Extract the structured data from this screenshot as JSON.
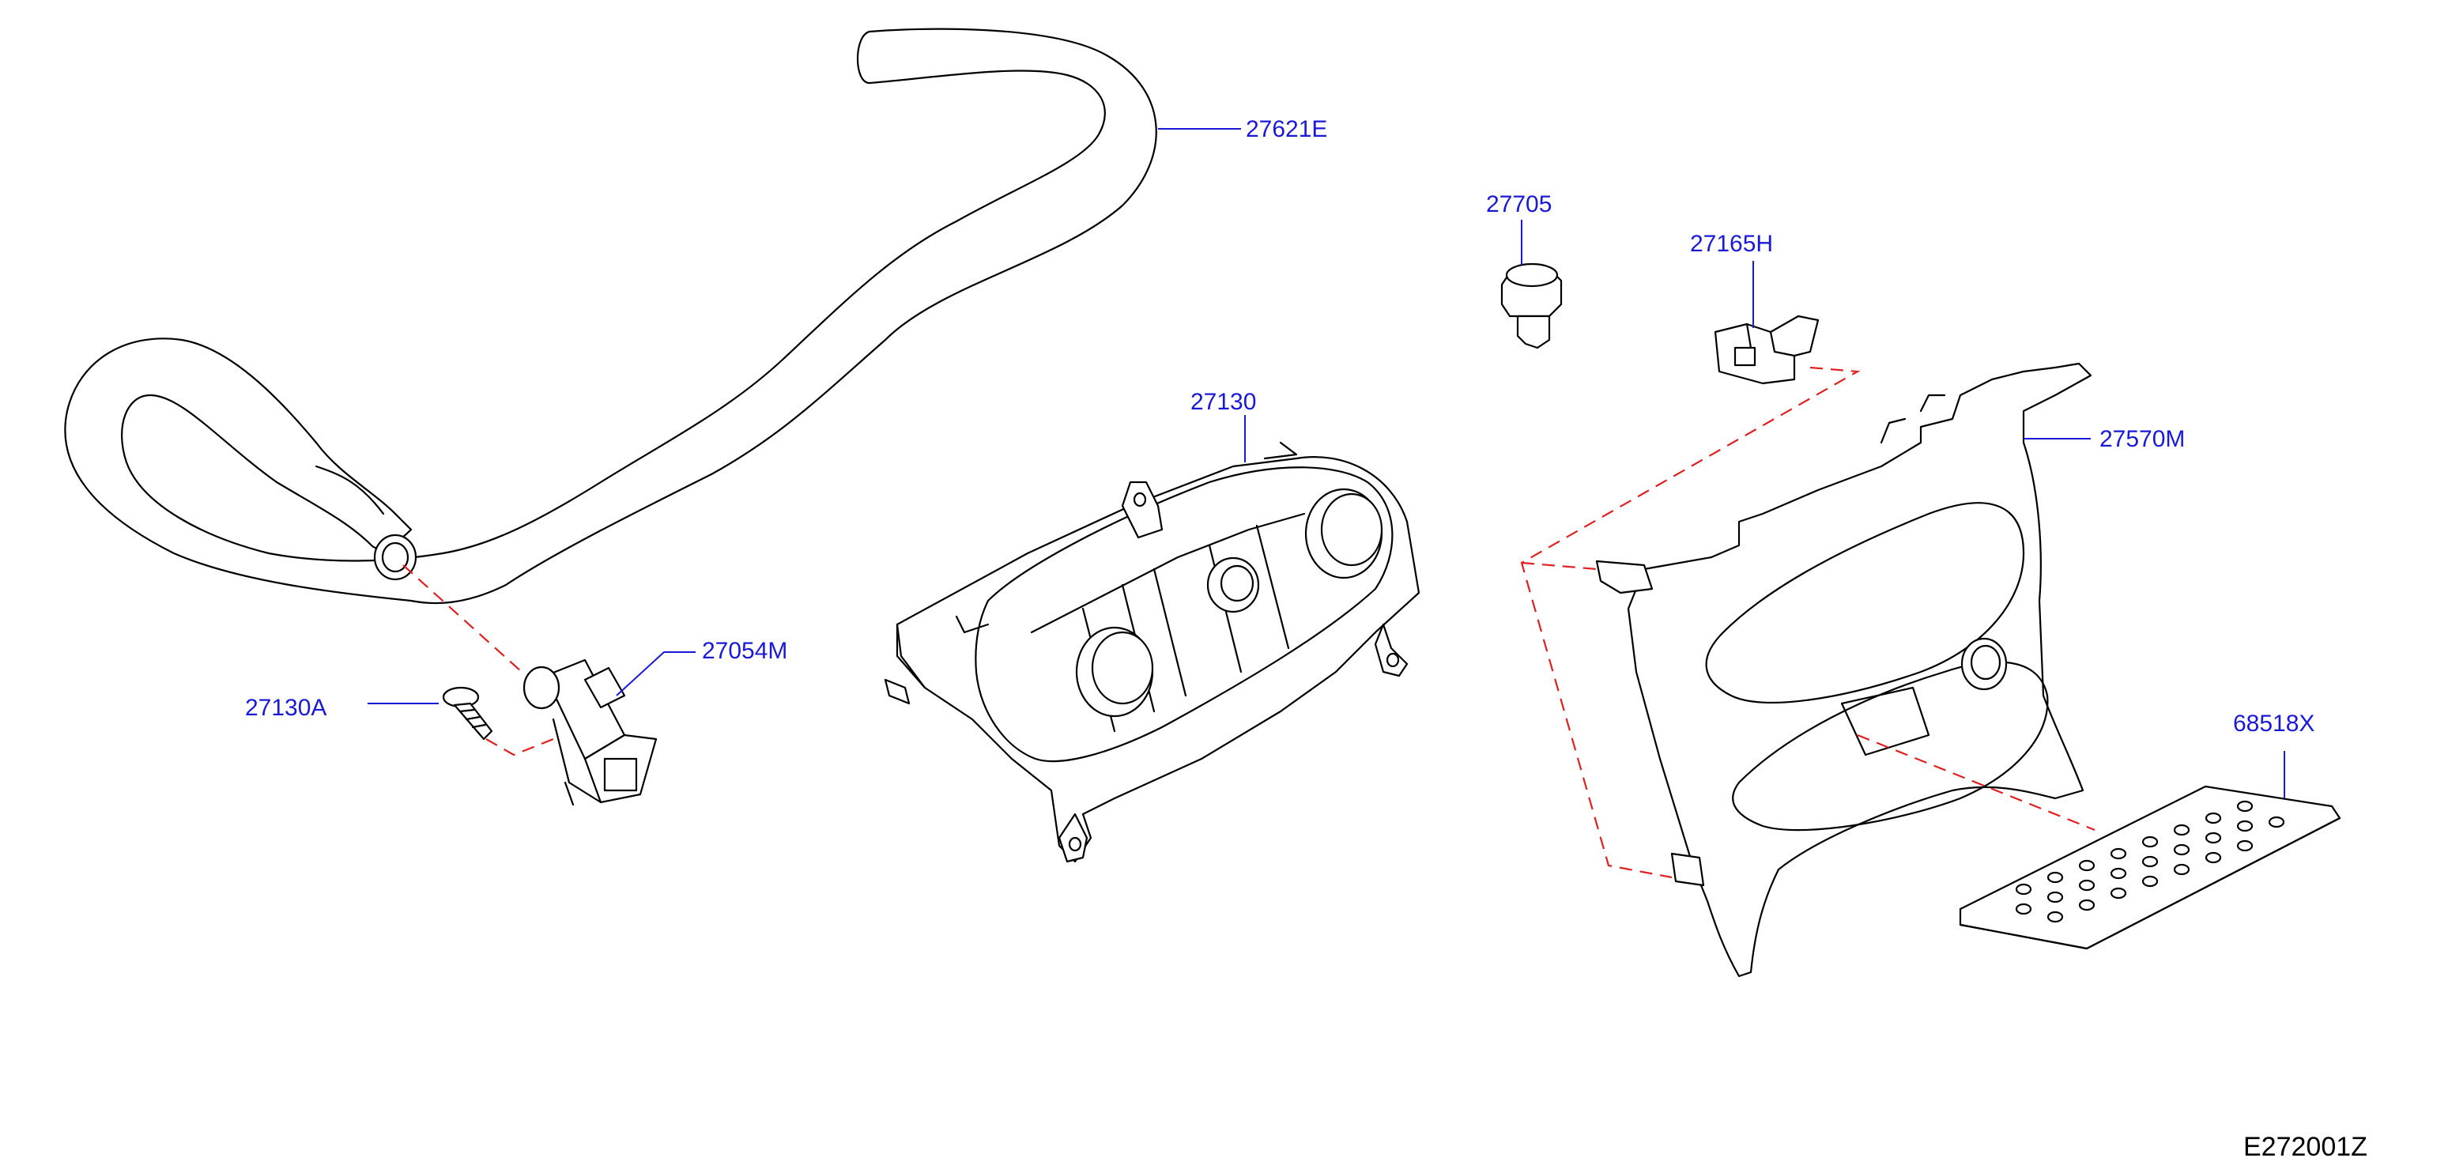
{
  "callouts": {
    "hose": "27621E",
    "clip_27705": "27705",
    "bracket_27165h": "27165H",
    "control_unit": "27130",
    "finisher": "27570M",
    "sensor": "27054M",
    "screw": "27130A",
    "cover": "68518X"
  },
  "diagram_code": "E272001Z",
  "colors": {
    "callout_text": "#1a1ad6",
    "dash_line": "#e02020",
    "outline": "#000000"
  }
}
